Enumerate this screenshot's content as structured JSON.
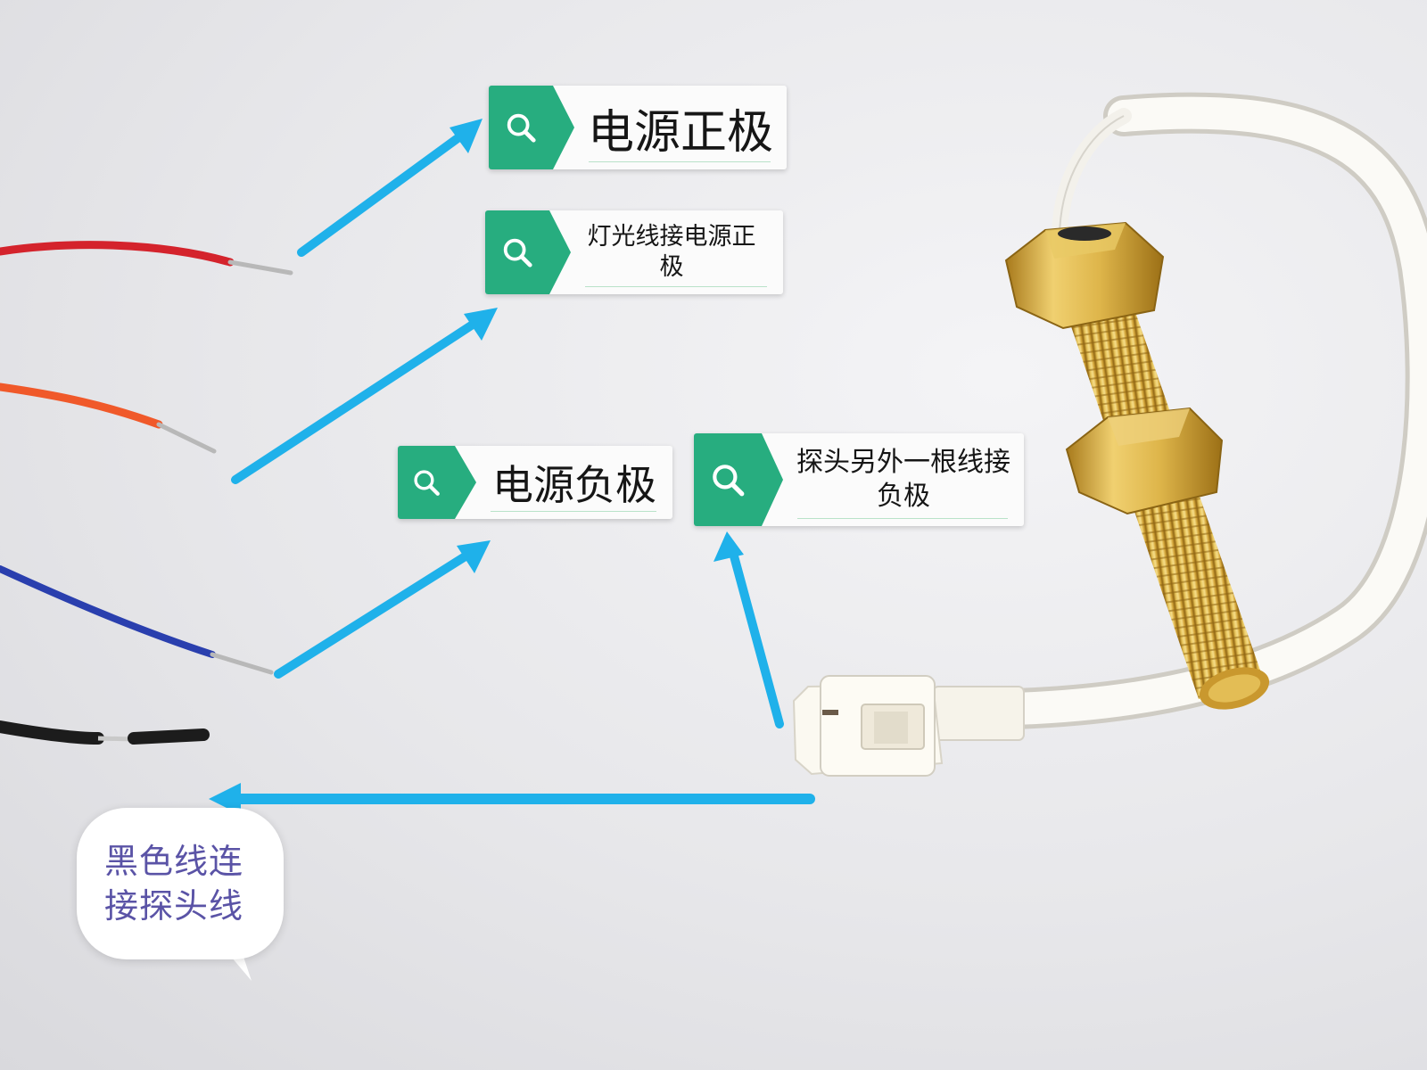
{
  "labels": {
    "power_positive": "电源正极",
    "light_wire": "灯光线接电源正极",
    "power_negative": "电源负极",
    "probe_other_wire": "探头另外一根线接负极"
  },
  "bubble": {
    "text": "黑色线连接探头线"
  },
  "colors": {
    "arrow": "#1fb1ea",
    "badge": "#27ad7f",
    "bubble_text": "#5a53a6",
    "wire_red": "#d4232c",
    "wire_orange": "#f0592a",
    "wire_blue": "#2a3fae",
    "wire_black": "#1c1c1c",
    "brass": "#d8ae3e"
  },
  "icons": {
    "tag_icon": "search-icon"
  }
}
